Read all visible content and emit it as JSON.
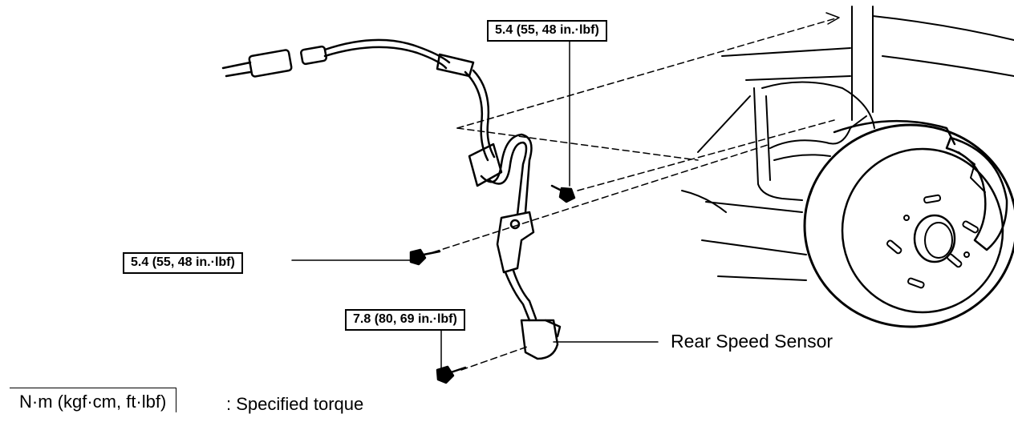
{
  "torque_callouts": {
    "upper_bolt": "5.4 (55, 48 in.·lbf)",
    "bracket_bolt": "5.4 (55, 48 in.·lbf)",
    "sensor_bolt": "7.8 (80, 69 in.·lbf)"
  },
  "part_label": "Rear Speed Sensor",
  "legend": {
    "units": "N·m (kgf·cm, ft·lbf)",
    "description": ": Specified torque"
  }
}
